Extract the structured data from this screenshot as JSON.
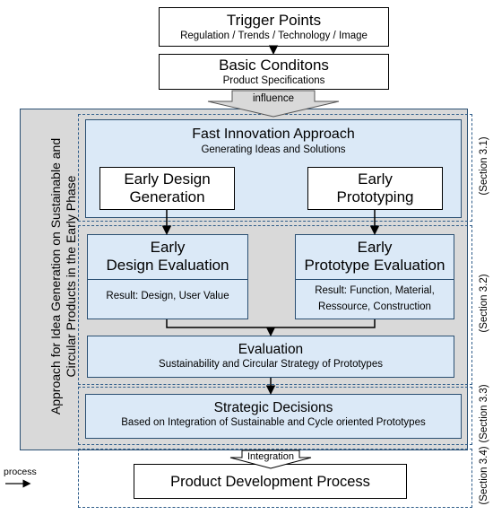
{
  "trigger": {
    "title": "Trigger Points",
    "subtitle": "Regulation / Trends / Technology / Image"
  },
  "basic": {
    "title": "Basic Conditons",
    "subtitle": "Product Specifications"
  },
  "influence": "influence",
  "approach_label_line1": "Approach for Idea Generation on Sustainable and",
  "approach_label_line2": "Circular Products in the Early Phase",
  "fast": {
    "title": "Fast Innovation Approach",
    "subtitle": "Generating Ideas and Solutions"
  },
  "early_design": {
    "line1": "Early Design",
    "line2": "Generation"
  },
  "early_proto": {
    "line1": "Early",
    "line2": "Prototyping"
  },
  "design_eval": {
    "line1": "Early",
    "line2": "Design Evaluation",
    "result": "Result: Design, User Value"
  },
  "proto_eval": {
    "line1": "Early",
    "line2": "Prototype Evaluation",
    "result_line1": "Result: Function, Material,",
    "result_line2": "Ressource, Construction"
  },
  "evaluation": {
    "title": "Evaluation",
    "subtitle": "Sustainability and Circular Strategy of Prototypes"
  },
  "strategic": {
    "title": "Strategic Decisions",
    "subtitle": "Based on Integration of Sustainable and Cycle oriented Prototypes"
  },
  "integration": "Integration",
  "pdp": "Product Development Process",
  "process": "process",
  "sections": [
    "(Section 3.1)",
    "(Section 3.2)",
    "(Section 3.3)",
    "(Section 3.4)"
  ],
  "colors": {
    "panel": "#d9d9d9",
    "box_blue": "#dbe9f7",
    "border_blue": "#2a4f72",
    "dash": "#2f5d8a"
  }
}
